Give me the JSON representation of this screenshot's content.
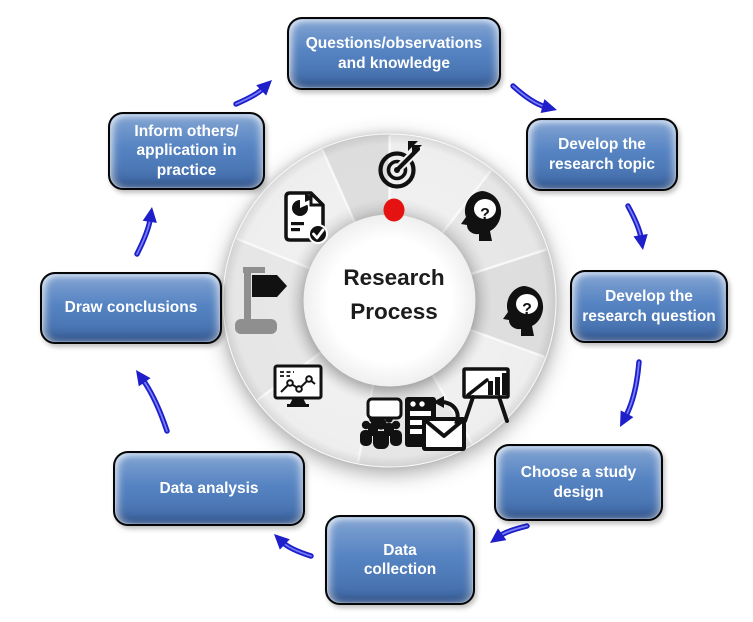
{
  "title": "Research\nProcess",
  "steps": [
    {
      "label": "Questions/observations\nand knowledge",
      "icon": "target-dart-icon"
    },
    {
      "label": "Develop the\nresearch topic",
      "icon": "thinking-head-icon"
    },
    {
      "label": "Develop the\nresearch question",
      "icon": "thinking-head-icon"
    },
    {
      "label": "Choose a study\ndesign",
      "icon": "presentation-chart-icon"
    },
    {
      "label": "Data\ncollection",
      "icon": "people-survey-mail-icon"
    },
    {
      "label": "Data analysis",
      "icon": "monitor-chart-icon"
    },
    {
      "label": "Draw conclusions",
      "icon": "signpost-icon"
    },
    {
      "label": "Inform others/\napplication in\npractice",
      "icon": "report-checklist-icon"
    }
  ],
  "glyphs": {
    "question_mark": "?"
  },
  "colors": {
    "box_fill": "#4d7dbf",
    "box_border": "#060606",
    "box_text": "#ffffff",
    "arrow": "#1e1ecb",
    "arrow_highlight": "#7e88f8",
    "marker_red": "#e51212",
    "ring_light": "#f3f3f3",
    "ring_mid": "#eaeaea",
    "ring_dark": "#e1e1e1",
    "icon_ink": "#111111",
    "signpost_gray": "#8f8f8f"
  }
}
